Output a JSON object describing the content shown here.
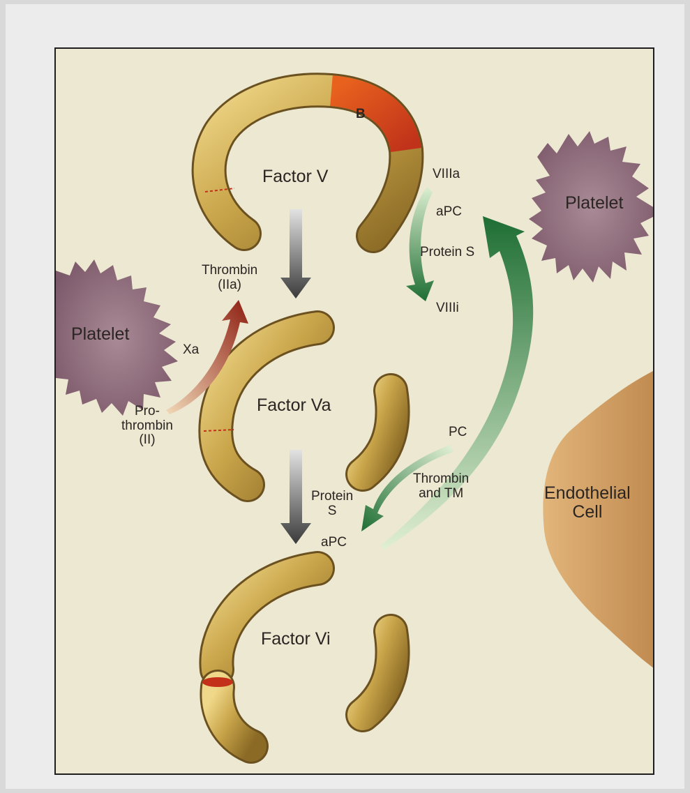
{
  "factors": {
    "v": "Factor V",
    "va": "Factor Va",
    "vi": "Factor Vi",
    "domain_b": "B"
  },
  "cells": {
    "platelet_right": "Platelet",
    "platelet_left": "Platelet",
    "endothelial": "Endothelial\nCell"
  },
  "labels": {
    "thrombin_iia": "Thrombin\n(IIa)",
    "xa": "Xa",
    "prothrombin": "Pro-\nthrombin\n(II)",
    "viiia": "VIIIa",
    "apc_top": "aPC",
    "protein_s_right": "Protein S",
    "viiii": "VIIIi",
    "pc": "PC",
    "thrombin_tm": "Thrombin\nand TM",
    "protein_s_mid": "Protein\nS",
    "apc_bottom": "aPC"
  },
  "colors": {
    "background": "#ece8d2",
    "factor_gold": "#c6a247",
    "domain_red": "#d5431c",
    "platelet_purple": "#8d6b7b",
    "endothelial_tan": "#cc9e63",
    "arrow_green": "#3a8a48",
    "arrow_red": "#b3301c",
    "arrow_gray": "#4a4a4a"
  }
}
